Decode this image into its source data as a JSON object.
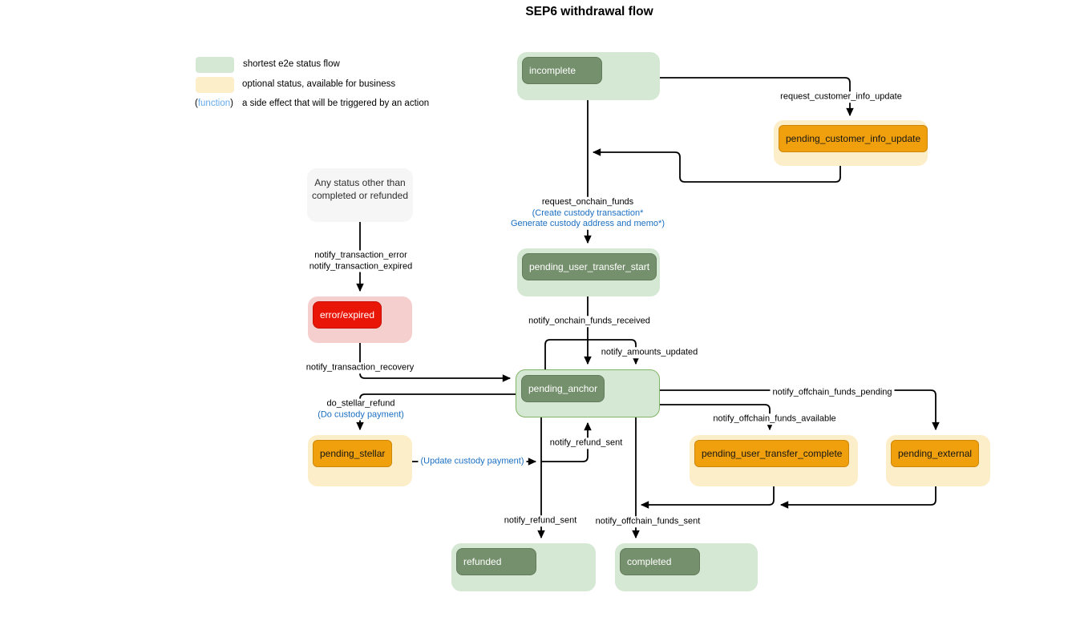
{
  "title": "SEP6 withdrawal flow",
  "legend": {
    "green_label": "shortest e2e status flow",
    "yellow_label": "optional status, available for business",
    "function_open": "(",
    "function_word": "function",
    "function_close": ")",
    "function_label": "a side effect that will be triggered by an action"
  },
  "colors": {
    "green_light": "#d5e8d4",
    "green_dark": "#75906c",
    "green_border": "#82b366",
    "yellow_light": "#fdeeca",
    "orange": "#f0a00d",
    "red_light": "#f5cfcd",
    "red": "#e91607",
    "gray_light": "#f6f6f6",
    "blue_action": "#1b6fc2",
    "blue_function_legend": "#64a9ea"
  },
  "nodes": {
    "incomplete": "incomplete",
    "pending_customer_info_update": "pending_customer_info_update",
    "pending_user_transfer_start": "pending_user_transfer_start",
    "any_status_line1": "Any status other than",
    "any_status_line2": "completed or refunded",
    "error_expired": "error/expired",
    "pending_anchor": "pending_anchor",
    "pending_stellar": "pending_stellar",
    "pending_user_transfer_complete": "pending_user_transfer_complete",
    "pending_external": "pending_external",
    "refunded": "refunded",
    "completed": "completed"
  },
  "edges": {
    "request_customer_info_update": "request_customer_info_update",
    "request_onchain_funds": "request_onchain_funds",
    "create_custody_transaction": "(Create custody transaction*",
    "generate_custody_address": "Generate custody address and memo*)",
    "notify_onchain_funds_received": "notify_onchain_funds_received",
    "notify_amounts_updated": "notify_amounts_updated",
    "notify_transaction_error": "notify_transaction_error",
    "notify_transaction_expired": "notify_transaction_expired",
    "notify_transaction_recovery": "notify_transaction_recovery",
    "do_stellar_refund": "do_stellar_refund",
    "do_custody_payment": "(Do custody payment)",
    "update_custody_payment": "(Update custody payment)",
    "notify_refund_sent": "notify_refund_sent",
    "notify_offchain_funds_sent": "notify_offchain_funds_sent",
    "notify_offchain_funds_pending": "notify_offchain_funds_pending",
    "notify_offchain_funds_available": "notify_offchain_funds_available"
  }
}
